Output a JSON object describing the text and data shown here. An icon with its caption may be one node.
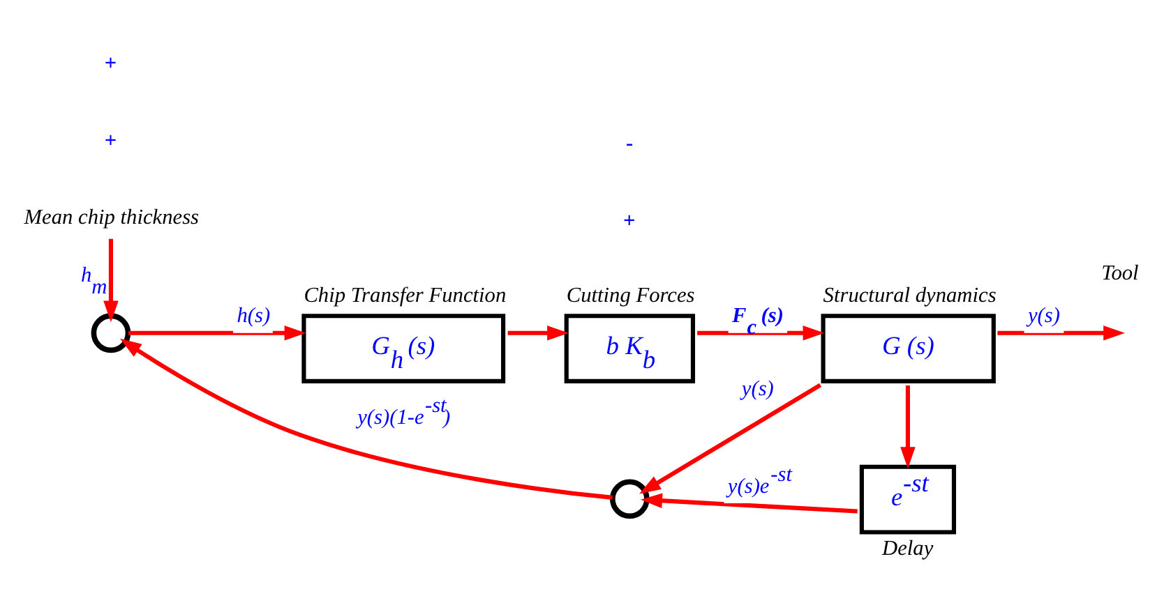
{
  "diagram": {
    "nodes": [
      {
        "text": [
          "G$_{h}$ (s)"
        ],
        "beside": [
          "Chip Transfer Function"
        ]
      },
      {
        "text": [
          "b K$_{b}$"
        ],
        "beside": [
          "Cutting Forces"
        ]
      },
      {
        "text": [
          "G (s)"
        ],
        "beside": [
          "Structural dynamics"
        ]
      },
      {
        "text": [
          "e$^{-st}$"
        ],
        "beside": [
          "Delay"
        ]
      },
      {
        "text": [],
        "shape": "circle"
      },
      {
        "text": [],
        "shape": "circle"
      },
      {
        "text": [
          "Mean chip thickness"
        ]
      }
    ],
    "edges": [
      {
        "from": 0,
        "to": 1,
        "arrow": "to"
      },
      {
        "from": 1,
        "to": 2,
        "arrow": "to",
        "label": "**F$_{c}$ (s)**"
      },
      {
        "from": 2,
        "to": null,
        "arrow": "to",
        "label": "y(s)"
      },
      {
        "from": 2,
        "to": 5,
        "arrow": "to",
        "label": "y(s)"
      },
      {
        "from": 2,
        "to": 3,
        "arrow": "to"
      },
      {
        "from": 3,
        "to": 5,
        "arrow": "to",
        "label": "y(s)e$^{-st}$"
      },
      {
        "from": 5,
        "to": 4,
        "arrow": "to",
        "label": "y(s)(1-e$^{-st}$)"
      },
      {
        "from": 4,
        "to": 0,
        "arrow": "to",
        "label": "h(s)"
      },
      {
        "from": 6,
        "to": 4,
        "arrow": "to",
        "label": "h$_{m}$"
      }
    ],
    "labels": [
      "Tool",
      "+",
      "+",
      "+",
      "-"
    ]
  }
}
